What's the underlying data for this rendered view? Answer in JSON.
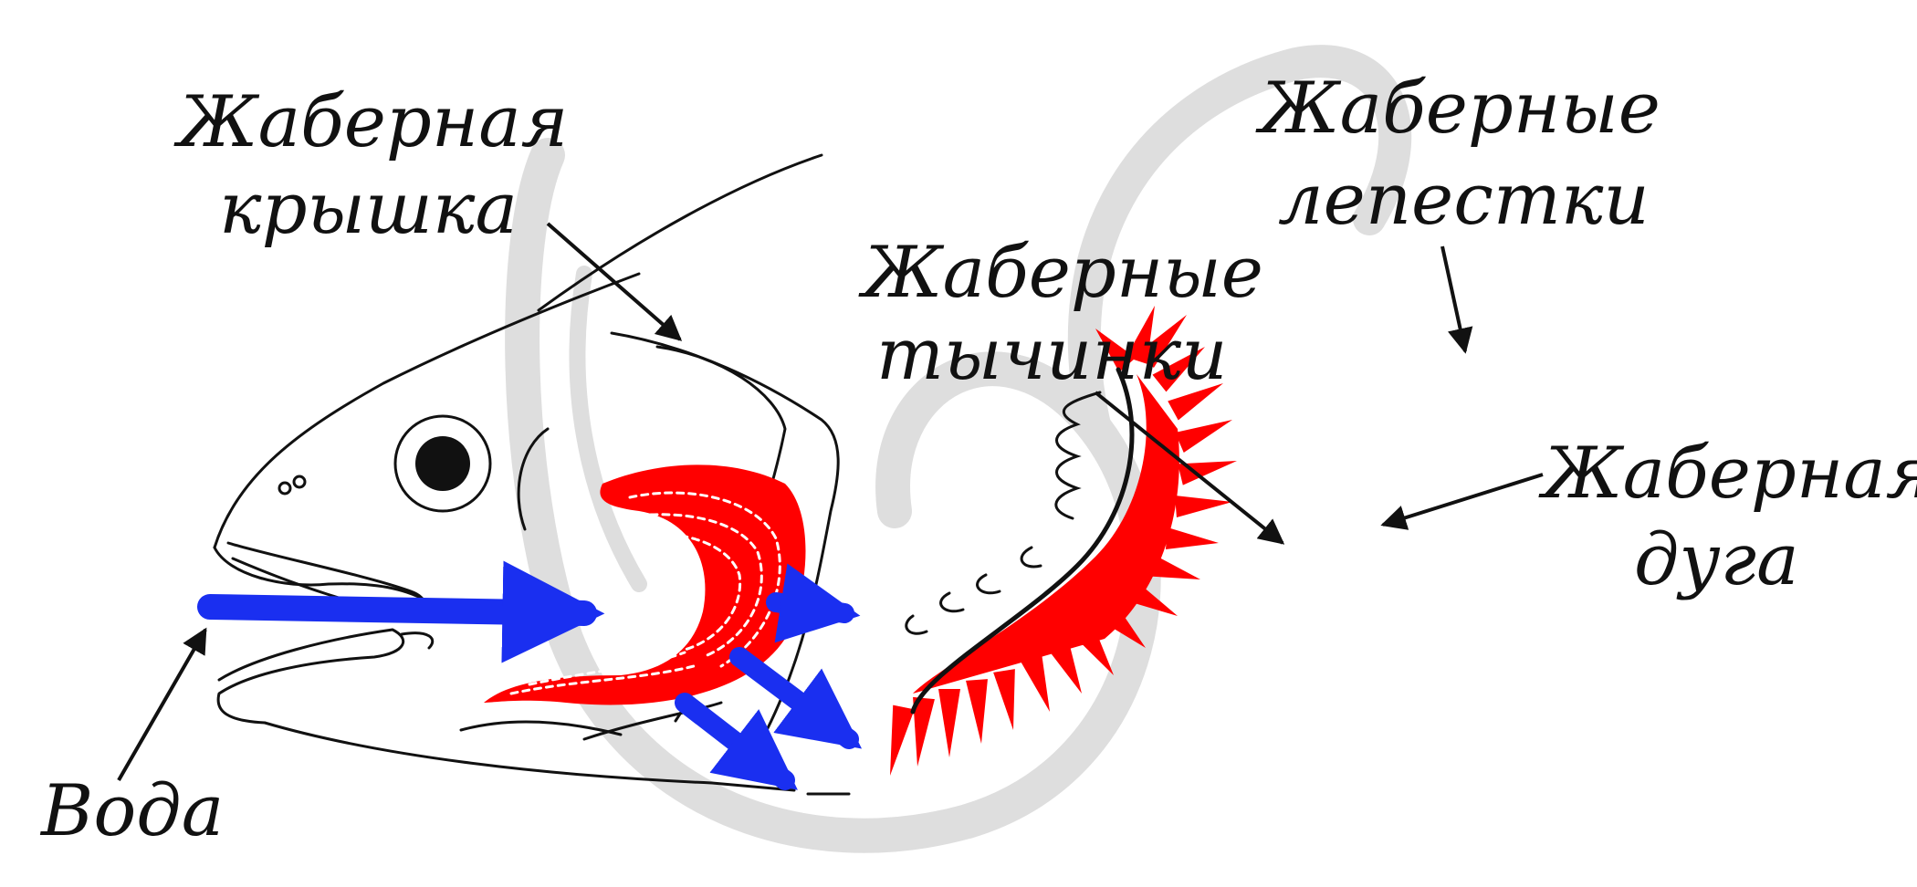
{
  "labels": {
    "operculum_line1": "Жаберная",
    "operculum_line2": "крышка",
    "rakers_line1": "Жаберные",
    "rakers_line2": "тычинки",
    "filaments_line1": "Жаберные",
    "filaments_line2": "лепестки",
    "arch_line1": "Жаберная",
    "arch_line2": "дуга",
    "water": "Вода"
  },
  "colors": {
    "gill": "#ff0000",
    "water_arrows": "#1a2ff0",
    "outline": "#111111",
    "watermark": "#dedede"
  }
}
